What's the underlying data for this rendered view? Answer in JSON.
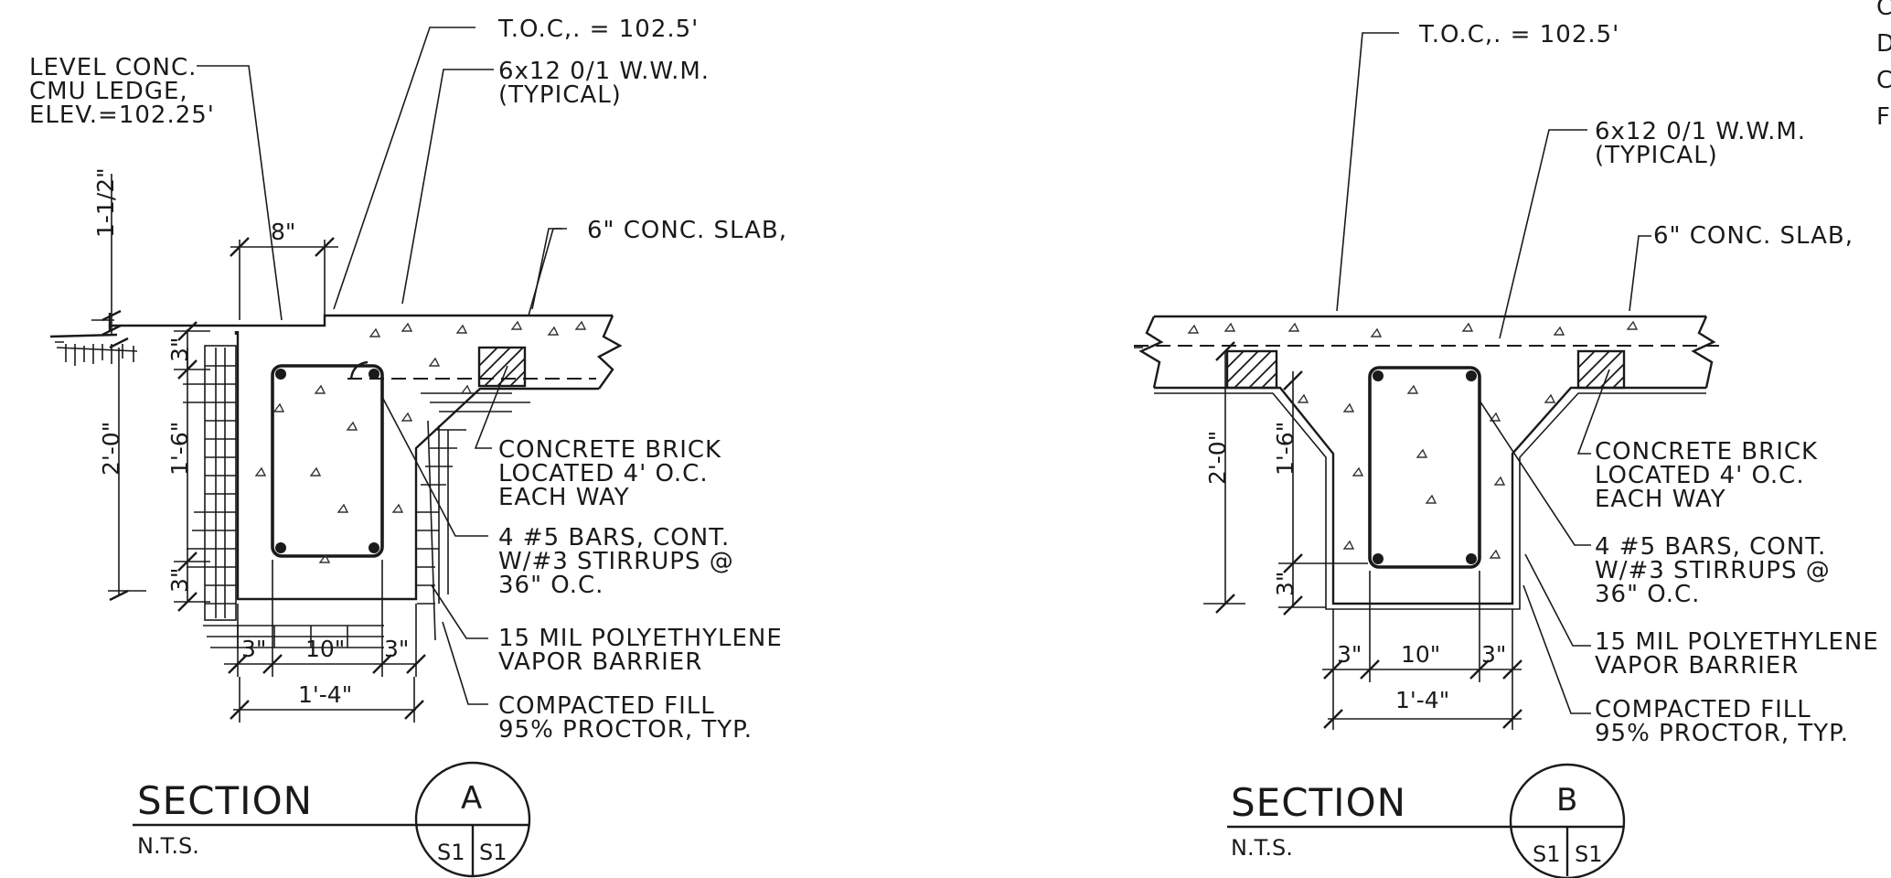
{
  "sections": [
    {
      "id": "A",
      "notes": {
        "toc": "T.O.C,. = 102.5'",
        "wwm": [
          "6x12 0/1 W.W.M.",
          "(TYPICAL)"
        ],
        "level_conc": [
          "LEVEL CONC.",
          "CMU LEDGE,",
          "ELEV.=102.25'"
        ],
        "slab": "6\" CONC. SLAB,",
        "brick": [
          "CONCRETE BRICK",
          "LOCATED 4' O.C.",
          "EACH WAY"
        ],
        "bars": [
          "4 #5 BARS, CONT.",
          "W/#3 STIRRUPS @",
          "36\" O.C."
        ],
        "vapor": [
          "15 MIL POLYETHYLENE",
          "VAPOR BARRIER"
        ],
        "fill": [
          "COMPACTED FILL",
          "95% PROCTOR, TYP."
        ]
      },
      "dims": {
        "ledge_height": "1-1/2\"",
        "ledge_width": "8\"",
        "total_depth": "2'-0\"",
        "inner_depth": "1'-6\"",
        "top_cover": "3\"",
        "bottom_cover": "3\"",
        "side_left": "3\"",
        "core": "10\"",
        "side_right": "3\"",
        "width": "1'-4\""
      },
      "title": "SECTION",
      "scale": "N.T.S.",
      "bubble_top": "A",
      "bubble_left": "S1",
      "bubble_right": "S1"
    },
    {
      "id": "B",
      "notes": {
        "toc": "T.O.C,. = 102.5'",
        "wwm": [
          "6x12 0/1 W.W.M.",
          "(TYPICAL)"
        ],
        "slab": "6\" CONC. SLAB,",
        "brick": [
          "CONCRETE BRICK",
          "LOCATED 4' O.C.",
          "EACH WAY"
        ],
        "bars": [
          "4 #5 BARS, CONT.",
          "W/#3 STIRRUPS @",
          "36\" O.C."
        ],
        "vapor": [
          "15 MIL POLYETHYLENE",
          "VAPOR BARRIER"
        ],
        "fill": [
          "COMPACTED FILL",
          "95% PROCTOR, TYP."
        ]
      },
      "dims": {
        "total_depth": "2'-0\"",
        "inner_depth": "1'-6\"",
        "bottom_cover": "3\"",
        "side_left": "3\"",
        "core": "10\"",
        "side_right": "3\"",
        "width": "1'-4\""
      },
      "title": "SECTION",
      "scale": "N.T.S.",
      "bubble_top": "B",
      "bubble_left": "S1",
      "bubble_right": "S1"
    }
  ],
  "edge_fragment": [
    "C",
    "D",
    "C",
    "F"
  ]
}
